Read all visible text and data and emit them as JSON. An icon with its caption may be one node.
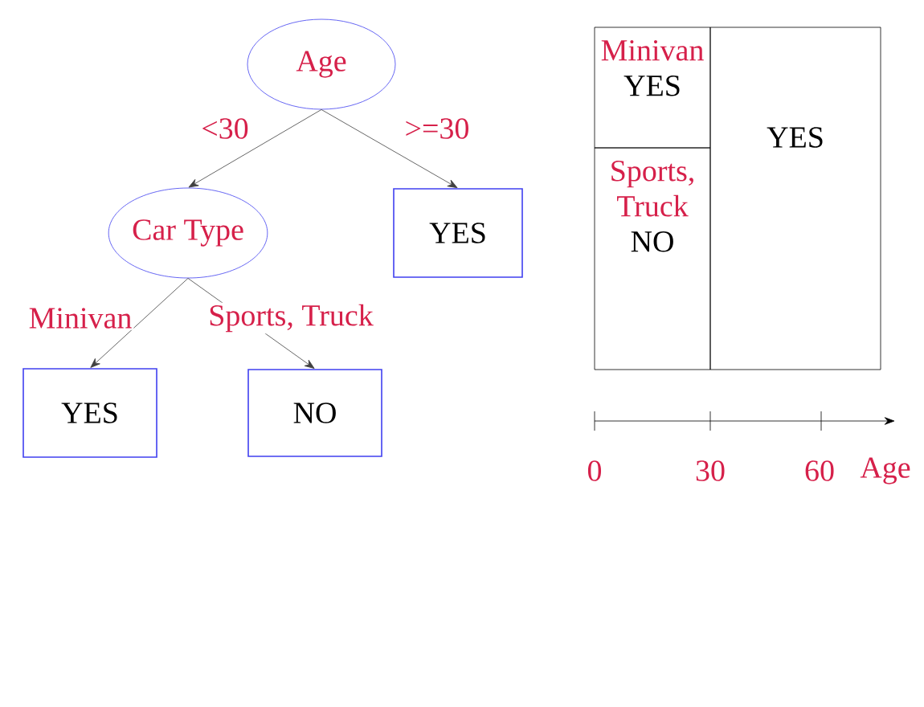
{
  "diagram": {
    "nodes": [
      {
        "text": [
          "Age"
        ]
      },
      {
        "text": [
          "Car Type"
        ]
      },
      {
        "text": [
          "YES"
        ]
      },
      {
        "text": [
          "YES"
        ]
      },
      {
        "text": [
          "NO"
        ]
      },
      {
        "text": [
          "Minivan",
          "YES"
        ]
      },
      {
        "text": [
          "Sports, Truck",
          "NO"
        ]
      },
      {
        "text": [
          "YES"
        ]
      }
    ],
    "edges": [
      {
        "from": 0,
        "to": 1,
        "arrow": "to",
        "label": "<30"
      },
      {
        "from": 0,
        "to": 2,
        "arrow": "to",
        "label": ">=30"
      },
      {
        "from": 1,
        "to": 3,
        "arrow": "to",
        "label": "Minivan"
      },
      {
        "from": 1,
        "to": 4,
        "arrow": "to",
        "label": "Sports, Truck"
      }
    ],
    "labels": [
      "0",
      "30",
      "60",
      "Age"
    ]
  }
}
